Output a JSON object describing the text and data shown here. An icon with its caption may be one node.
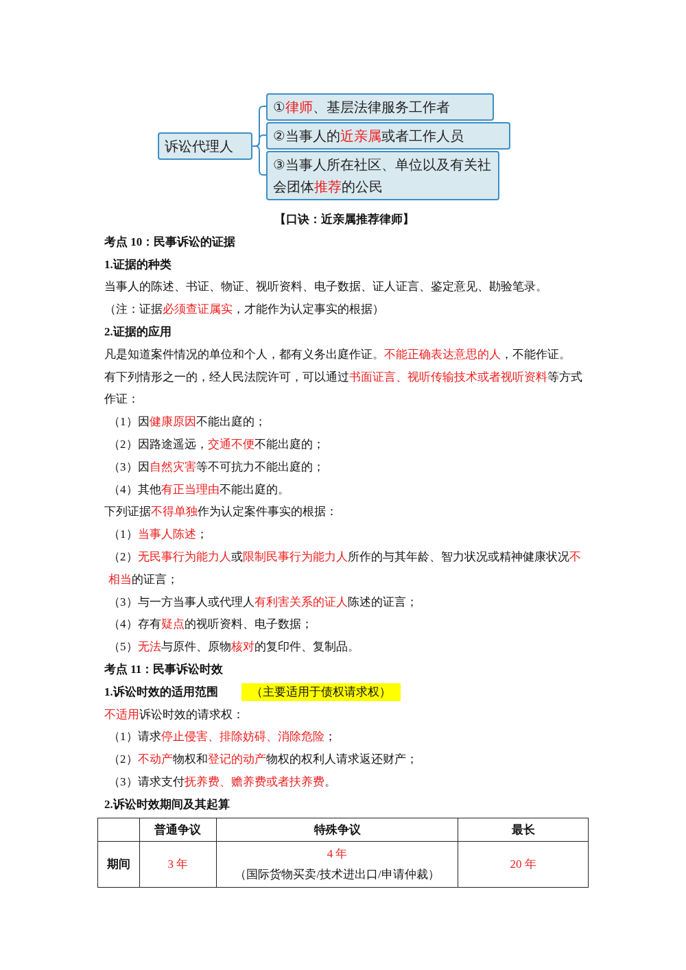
{
  "diagram": {
    "nodes": [
      {
        "text": [
          "诉讼代理人"
        ]
      },
      {
        "text": [
          "①律师、基层法律服务工作者"
        ]
      },
      {
        "text": [
          "②当事人的近亲属或者工作人员"
        ]
      },
      {
        "text": [
          "③当事人所在社区、单位以及有关社会团体推荐的公民"
        ]
      }
    ],
    "edges": [
      {
        "from": 0,
        "to": 1,
        "arrow": "none"
      },
      {
        "from": 0,
        "to": 2,
        "arrow": "none"
      },
      {
        "from": 0,
        "to": 3,
        "arrow": "none"
      }
    ],
    "labels": [
      "【口诀：近亲属推荐律师】",
      "考点 10：民事诉讼的证据",
      "1.证据的种类",
      "当事人的陈述、书证、物证、视听资料、电子数据、证人证言、鉴定意见、勘验笔录。",
      "（注：证据必须查证属实，才能作为认定事实的根据）",
      "2.证据的应用",
      "凡是知道案件情况的单位和个人，都有义务出庭作证。不能正确表达意思的人，不能作证。",
      "有下列情形之一的，经人民法院许可，可以通过书面证言、视听传输技术或者视听资料等方式作证：",
      "（1）因健康原因不能出庭的；",
      "（2）因路途遥远，交通不便不能出庭的；",
      "（3）因自然灾害等不可抗力不能出庭的；",
      "（4）其他有正当理由不能出庭的。",
      "下列证据不得单独作为认定案件事实的根据：",
      "（1）当事人陈述；",
      "（2）无民事行为能力人或限制民事行为能力人所作的与其年龄、智力状况或精神健康状况不相当的证言；",
      "（3）与一方当事人或代理人有利害关系的证人陈述的证言；",
      "（4）存有疑点的视听资料、电子数据；",
      "（5）无法与原件、原物核对的复印件、复制品。",
      "考点 11：民事诉讼时效",
      "1.诉讼时效的适用范围",
      "（主要适用于债权请求权）",
      "不适用诉讼时效的请求权：",
      "（1）请求停止侵害、排除妨碍、消除危险；",
      "（2）不动产物权和登记的动产物权的权利人请求返还财产；",
      "（3）请求支付抚养费、赡养费或者扶养费。",
      "2.诉讼时效期间及其起算",
      "普通争议",
      "特殊争议",
      "最长",
      "期间",
      "3 年",
      "4 年",
      "（国际货物买卖/技术进出口/申请仲裁）",
      "20 年"
    ]
  }
}
